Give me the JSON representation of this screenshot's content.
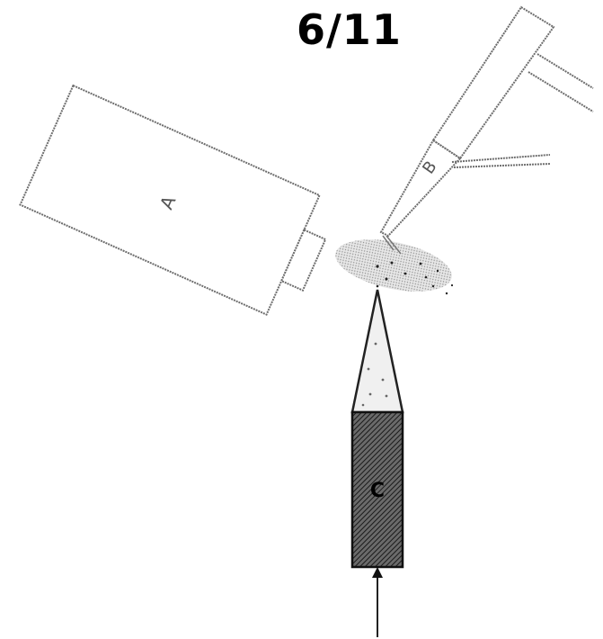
{
  "sheet": {
    "number": "6/11"
  },
  "labels": {
    "a": "A",
    "b": "B",
    "c": "C"
  },
  "colors": {
    "outline": "#555555",
    "container_fill": "#4a4a4a",
    "spray_fill": "#c8c8c8",
    "text": "#000000"
  }
}
